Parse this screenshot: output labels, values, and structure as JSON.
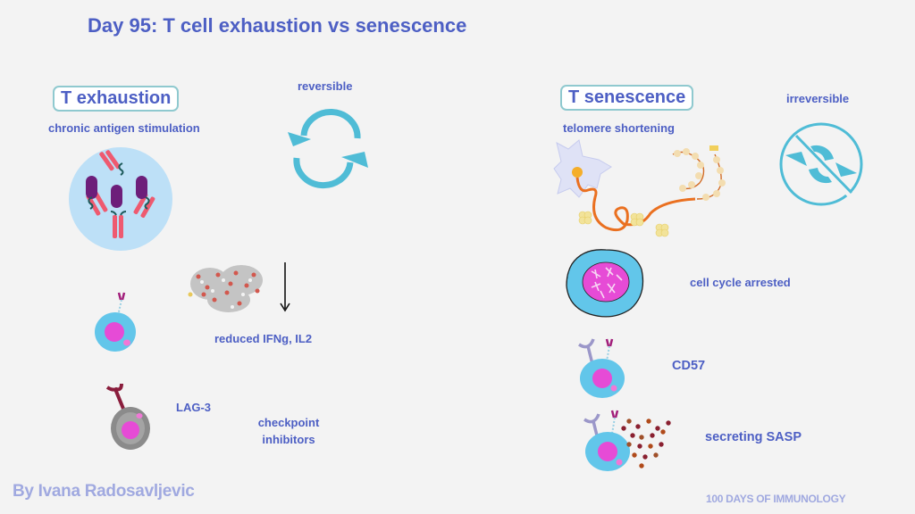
{
  "title": "Day 95: T cell exhaustion vs senescence",
  "exhaustion": {
    "heading": "T exhaustion",
    "reversibility": "reversible",
    "cause": "chronic antigen stimulation",
    "cytokines": "reduced IFNg, IL2",
    "marker": "LAG-3",
    "therapy_line1": "checkpoint",
    "therapy_line2": "inhibitors"
  },
  "senescence": {
    "heading": "T senescence",
    "reversibility": "irreversible",
    "cause": "telomere shortening",
    "cell_cycle": "cell cycle arrested",
    "marker": "CD57",
    "secretion": "secreting SASP"
  },
  "footer": {
    "author": "By Ivana Radosavljevic",
    "series": "100 DAYS OF IMMUNOLOGY"
  },
  "icons": {
    "reversible": "cycle-arrows-icon",
    "irreversible": "no-cycle-icon",
    "decrease": "down-arrow-icon"
  },
  "colors": {
    "text_primary": "#4d5fc4",
    "text_footer": "#a0a9e0",
    "accent_cyan": "#4fbcd6",
    "box_border": "#8fc9cf",
    "background": "#f3f3f3"
  }
}
